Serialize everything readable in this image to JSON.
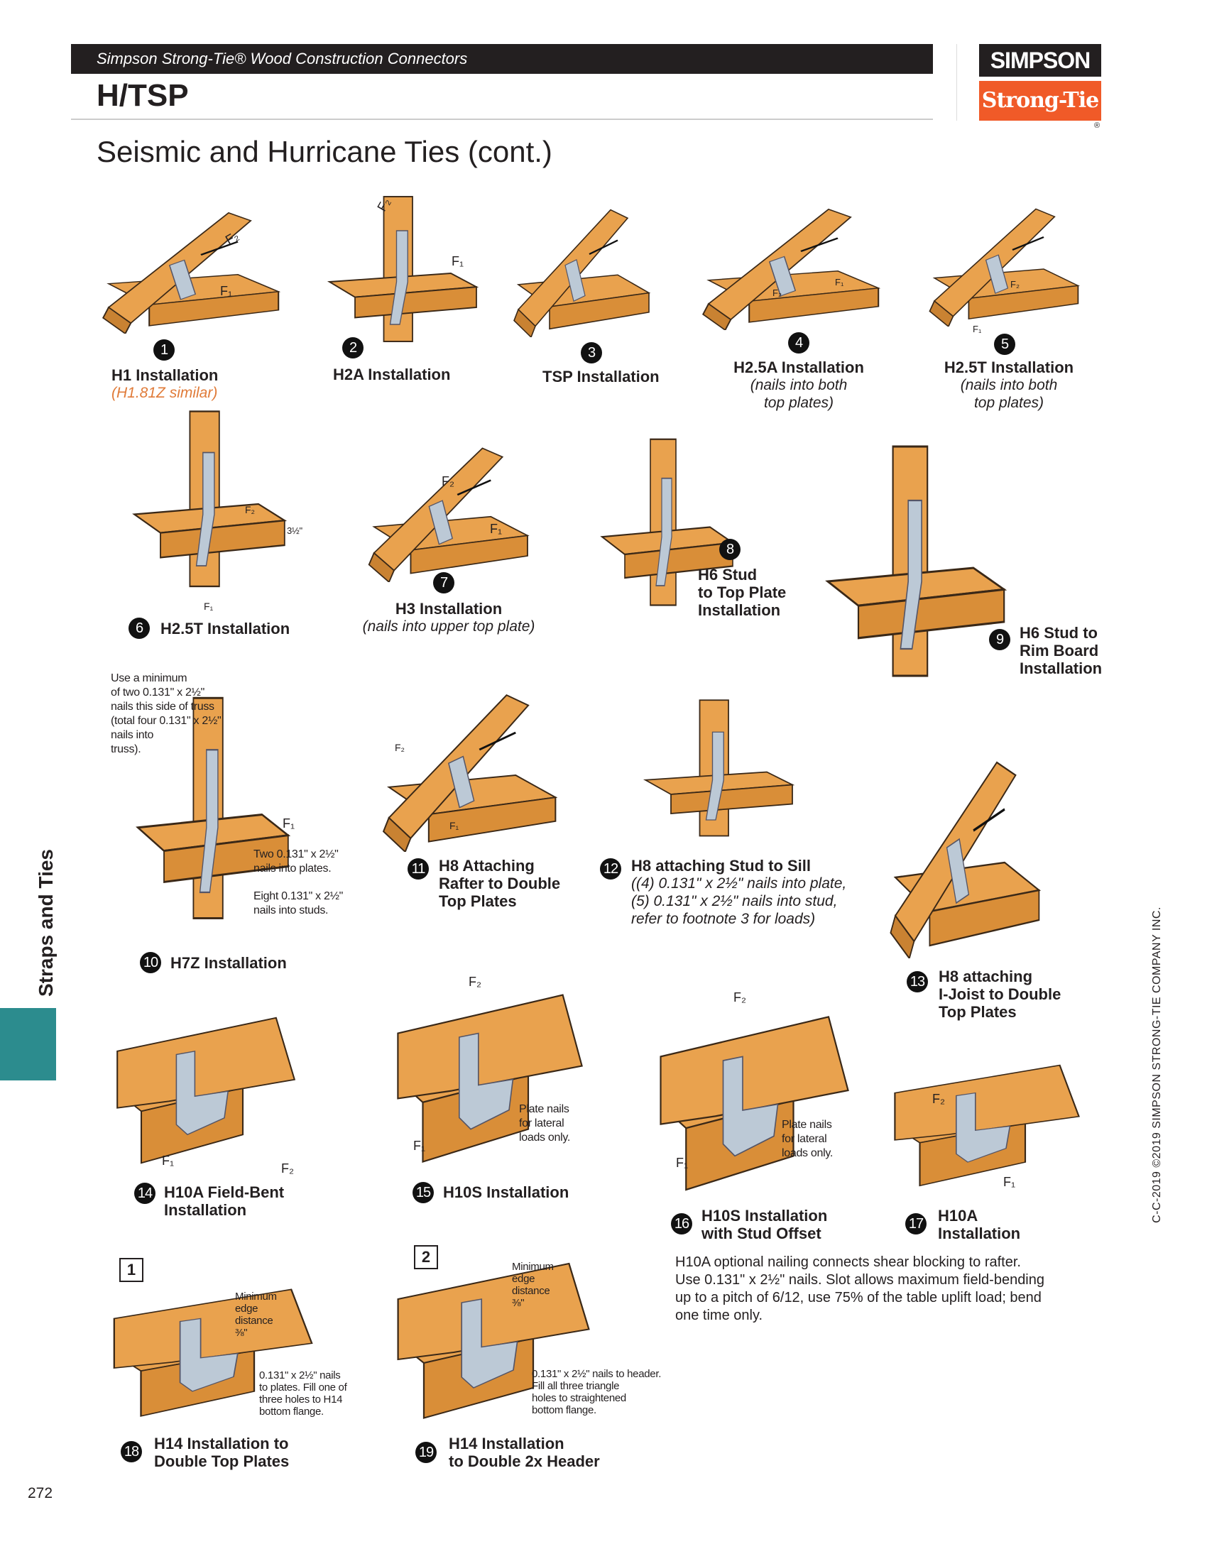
{
  "header": {
    "catalog": "Simpson Strong-Tie® Wood Construction Connectors",
    "product": "H/TSP",
    "logo_top": "SIMPSON",
    "logo_bottom": "Strong-Tie",
    "logo_reg": "®"
  },
  "title": "Seismic and Hurricane Ties (cont.)",
  "side_tab": "Straps and Ties",
  "copyright": "C-C-2019 ©2019 SIMPSON STRONG-TIE COMPANY INC.",
  "page_number": "272",
  "forces": {
    "f1": "F₁",
    "f2": "F₂"
  },
  "colors": {
    "wood": "#e9a24e",
    "strap": "#bcc9d6",
    "accent": "#f05a28",
    "tab": "#2c8c8e"
  },
  "figures": [
    {
      "num": "1",
      "label": "H1 Installation",
      "sub": "(H1.81Z similar)"
    },
    {
      "num": "2",
      "label": "H2A Installation"
    },
    {
      "num": "3",
      "label": "TSP Installation"
    },
    {
      "num": "4",
      "label": "H2.5A Installation",
      "sub1": "(nails into both",
      "sub2": "top plates)"
    },
    {
      "num": "5",
      "label": "H2.5T Installation",
      "sub1": "(nails into both",
      "sub2": "top plates)"
    },
    {
      "num": "6",
      "label": "H2.5T Installation",
      "dim": "3½\""
    },
    {
      "num": "7",
      "label": "H3 Installation",
      "sub": "(nails into upper top plate)"
    },
    {
      "num": "8",
      "l1": "H6 Stud",
      "l2": "to Top Plate",
      "l3": "Installation"
    },
    {
      "num": "9",
      "l1": "H6 Stud to",
      "l2": "Rim Board",
      "l3": "Installation"
    },
    {
      "num": "10",
      "label": "H7Z Installation",
      "note_top": [
        "Use a minimum",
        "of two 0.131\" x 2½\"",
        "nails this side of truss",
        "(total four 0.131\" x 2½\"",
        "nails into",
        "truss)."
      ],
      "note_plates": [
        "Two 0.131\" x 2½\"",
        "nails into plates."
      ],
      "note_studs": [
        "Eight 0.131\" x 2½\"",
        "nails into studs."
      ]
    },
    {
      "num": "11",
      "l1": "H8 Attaching",
      "l2": "Rafter to Double",
      "l3": "Top Plates"
    },
    {
      "num": "12",
      "label": "H8 attaching Stud to Sill",
      "s1": "((4) 0.131\" x 2½\" nails into plate,",
      "s2": "(5) 0.131\" x 2½\" nails into stud,",
      "s3": "refer to footnote 3 for loads)"
    },
    {
      "num": "13",
      "l1": "H8 attaching",
      "l2": "I-Joist to Double",
      "l3": "Top Plates"
    },
    {
      "num": "14",
      "l1": "H10A Field-Bent",
      "l2": "Installation"
    },
    {
      "num": "15",
      "label": "H10S Installation",
      "note": [
        "Plate nails",
        "for lateral",
        "loads only."
      ]
    },
    {
      "num": "16",
      "l1": "H10S Installation",
      "l2": "with Stud Offset",
      "note": [
        "Plate nails",
        "for lateral",
        "loads only."
      ]
    },
    {
      "num": "17",
      "l1": "H10A",
      "l2": "Installation"
    },
    {
      "num": "18",
      "box": "1",
      "l1": "H14 Installation to",
      "l2": "Double Top Plates",
      "min": [
        "Minimum",
        "edge",
        "distance",
        "⅜\""
      ],
      "nails": [
        "0.131\" x 2½\" nails",
        "to plates. Fill one of",
        "three holes to H14",
        "bottom flange."
      ]
    },
    {
      "num": "19",
      "box": "2",
      "l1": "H14 Installation",
      "l2": "to Double 2x Header",
      "min": [
        "Minimum",
        "edge",
        "distance",
        "⅜\""
      ],
      "nails": [
        "0.131\" x 2½\" nails to header.",
        "Fill all three triangle",
        "holes to straightened",
        "bottom flange."
      ]
    }
  ],
  "h10a_note": "H10A optional nailing connects shear blocking to rafter. Use 0.131\" x 2½\" nails. Slot allows maximum field-bending up to a pitch of 6/12, use 75% of the table uplift load; bend one time only."
}
